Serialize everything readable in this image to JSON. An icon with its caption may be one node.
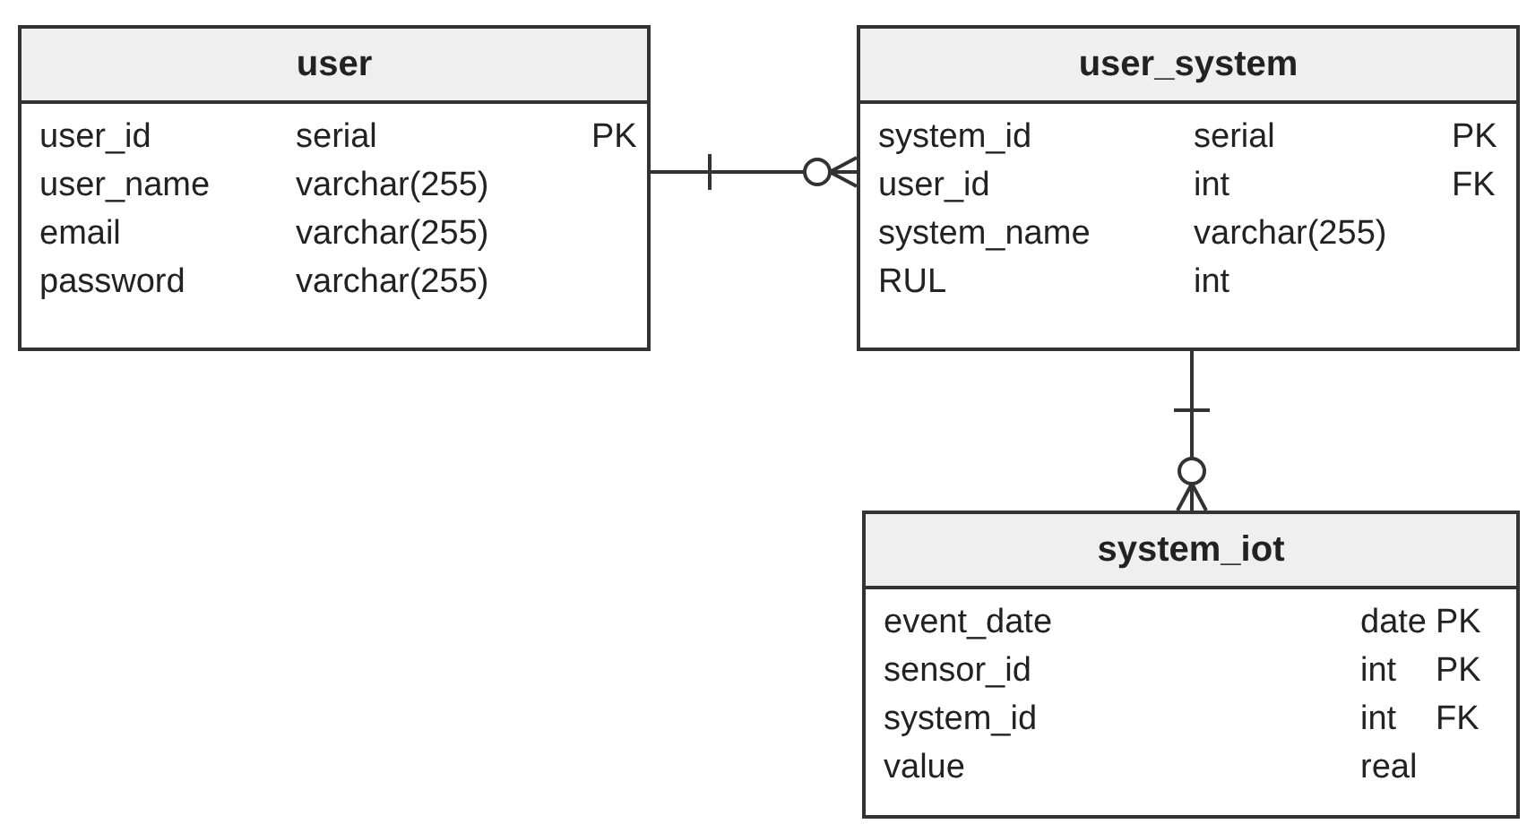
{
  "diagram": {
    "nodes": [
      {
        "text": [
          "user",
          "user_id",
          "serial",
          "PK",
          "user_name",
          "varchar(255)",
          "email",
          "varchar(255)",
          "password",
          "varchar(255)"
        ]
      },
      {
        "text": [
          "user_system",
          "system_id",
          "serial",
          "PK",
          "user_id",
          "int",
          "FK",
          "system_name",
          "varchar(255)",
          "RUL",
          "int"
        ]
      },
      {
        "text": [
          "system_iot",
          "event_date",
          "date",
          "PK",
          "sensor_id",
          "int",
          "PK",
          "system_id",
          "int",
          "FK",
          "value",
          "real"
        ]
      }
    ],
    "edges": [
      {
        "from": 0,
        "to": 1,
        "arrow": "other"
      },
      {
        "from": 1,
        "to": 2,
        "arrow": "other"
      }
    ]
  }
}
